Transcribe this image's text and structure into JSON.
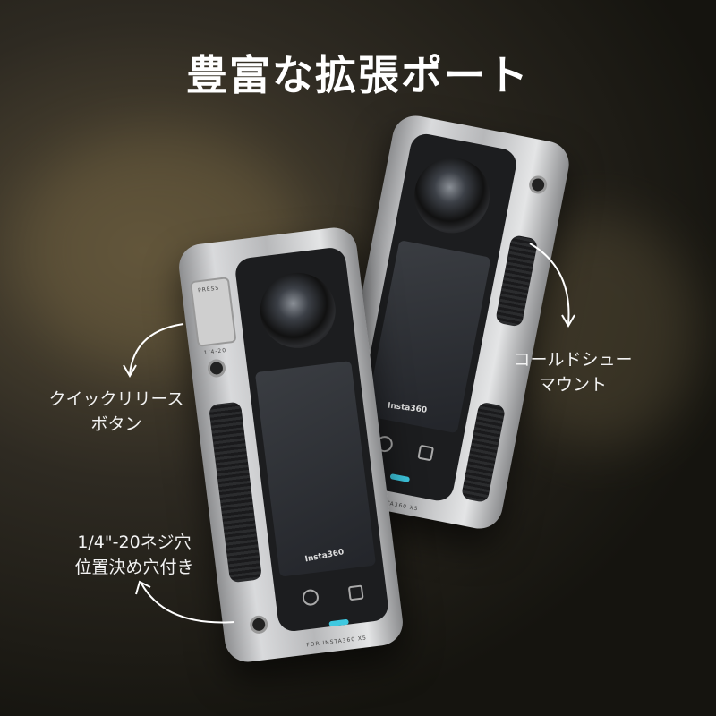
{
  "title": "豊富な拡張ポート",
  "callouts": {
    "quick_release": [
      "クイックリリース",
      "ボタン"
    ],
    "cold_shoe": [
      "コールドシュー",
      "マウント"
    ],
    "thread": [
      "1/4\"-20ネジ穴",
      "位置決め穴付き"
    ]
  },
  "device": {
    "brand": "Insta360",
    "cage_text": "FOR INSTA360 X5",
    "press_text": "PRESS",
    "thread_text": "1/4-20"
  },
  "colors": {
    "accent": "#3ec8e0",
    "text": "#ffffff"
  }
}
